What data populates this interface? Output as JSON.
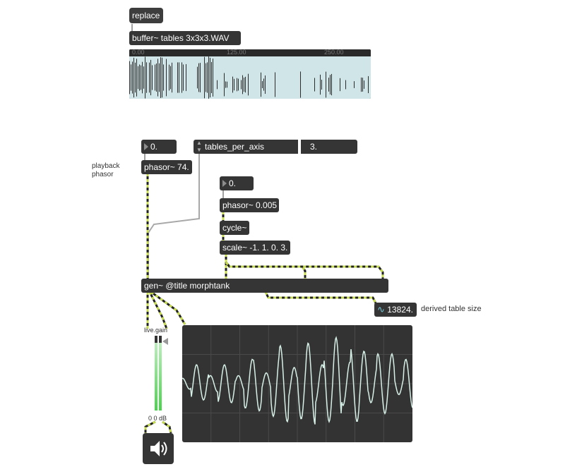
{
  "objects": {
    "replace_msg": "replace",
    "buffer": "buffer~ tables 3x3x3.WAV",
    "phasor_num": "0.",
    "attrui_name": "tables_per_axis",
    "attrui_value": "3.",
    "phasor_main": "phasor~ 74.",
    "slow_num": "0.",
    "phasor_slow": "phasor~ 0.005",
    "cycle": "cycle~",
    "scale": "scale~ -1. 1. 0. 3.",
    "gen": "gen~ @title morphtank",
    "number_tilde": "13824."
  },
  "waveform": {
    "ruler_labels": [
      "0.00",
      "125.00",
      "250.00"
    ]
  },
  "labels": {
    "playback_phasor_line1": "playback",
    "playback_phasor_line2": "phasor",
    "derived_table_size": "derived table size",
    "live_gain": "live.gain",
    "gain_readout": "0 0 dB"
  },
  "icons": {
    "speaker": "speaker-icon",
    "signal": "sine-wave-icon"
  },
  "colors": {
    "object_bg": "#353535",
    "waveform_fill": "#cfe5e8",
    "scope_trace": "#d6f0e8",
    "meter_green": "#48d44a",
    "patch_signal": "#b8d048",
    "patch_control": "#a0a0a0"
  },
  "chart_data": {
    "type": "line",
    "title": "",
    "xlabel": "",
    "ylabel": "",
    "series": [
      {
        "values": [
          0.1,
          0.35,
          0.3,
          0.15,
          0.35,
          0.35,
          0.15,
          0.45,
          0.5,
          0.2,
          0.6,
          0.7,
          0.3,
          0.65,
          0.75,
          0.35,
          0.7,
          0.85,
          0.4,
          0.7,
          0.6,
          0.35,
          0.55,
          0.55,
          0.2,
          0.45,
          0.45
        ]
      }
    ]
  }
}
